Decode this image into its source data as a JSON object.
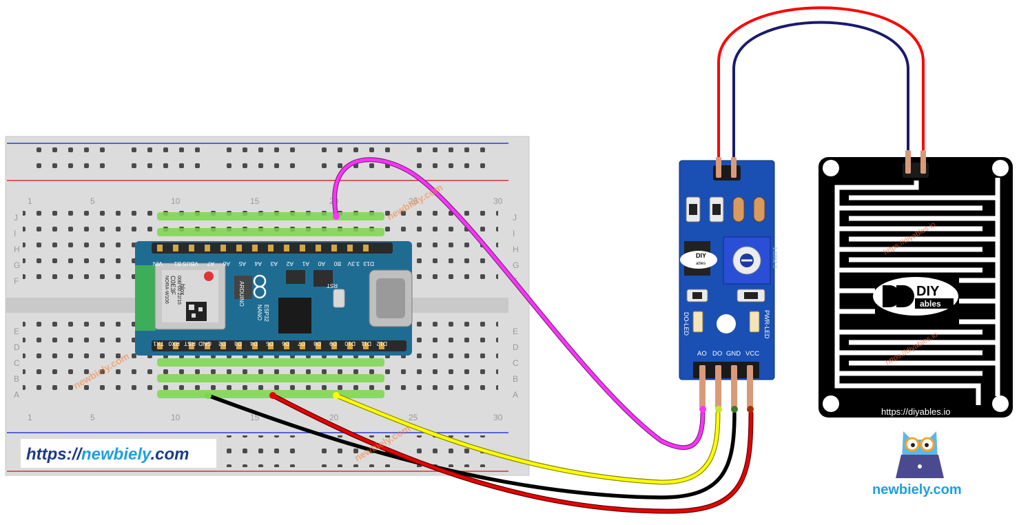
{
  "breadboard": {
    "row_labels_top": [
      "J",
      "I",
      "H",
      "G",
      "F"
    ],
    "row_labels_bottom": [
      "E",
      "D",
      "C",
      "B",
      "A"
    ],
    "column_numbers": [
      "1",
      "5",
      "10",
      "15",
      "20",
      "25",
      "30"
    ]
  },
  "arduino": {
    "top_pins": [
      "VIN",
      "B1",
      "VBUS",
      "A7",
      "A6",
      "A5",
      "A4",
      "A3",
      "A2",
      "A1",
      "A0",
      "B0",
      "3.3V",
      "D13"
    ],
    "bottom_pins": [
      "TX1",
      "RX0",
      "RST",
      "GND",
      "D2",
      "D3",
      "D4",
      "D5",
      "D6",
      "D7",
      "D8",
      "D9",
      "D10",
      "D11",
      "D12"
    ],
    "brand": "ARDUINO",
    "model_line1": "NANO",
    "model_line2": "ESP32",
    "rst_label": "RST",
    "module_brand": "blox",
    "module_line1": "C0E3F",
    "module_line2": "00B-00 22/15",
    "module_line3": "NORA-W106"
  },
  "sensor_module": {
    "pin_labels": [
      "AO",
      "DO",
      "GND",
      "VCC"
    ],
    "do_led_label": "DO-LED",
    "pwr_led_label": "PWR-LED",
    "pot_label": "1.3362.3",
    "logo_big": "DIY",
    "logo_small": "ables"
  },
  "rain_sensor": {
    "logo_big": "DIY",
    "logo_small": "ables",
    "url_bottom": "https://diyables.io",
    "url_watermark": "https://diyables.io"
  },
  "watermarks": {
    "banner_prefix": "https://",
    "banner_name": "newbiely",
    "banner_suffix": ".com",
    "corner_logo_text": "newbiely.com",
    "diag_text": "newbiely.com"
  },
  "wires": [
    {
      "name": "pink-signal",
      "color": "#ff33ff"
    },
    {
      "name": "yellow-signal",
      "color": "#ffff00"
    },
    {
      "name": "black-ground",
      "color": "#000000"
    },
    {
      "name": "red-power",
      "color": "#ff0000"
    },
    {
      "name": "red-sensor-link",
      "color": "#ff0000"
    },
    {
      "name": "navy-sensor-link",
      "color": "#1a1a6e"
    }
  ]
}
